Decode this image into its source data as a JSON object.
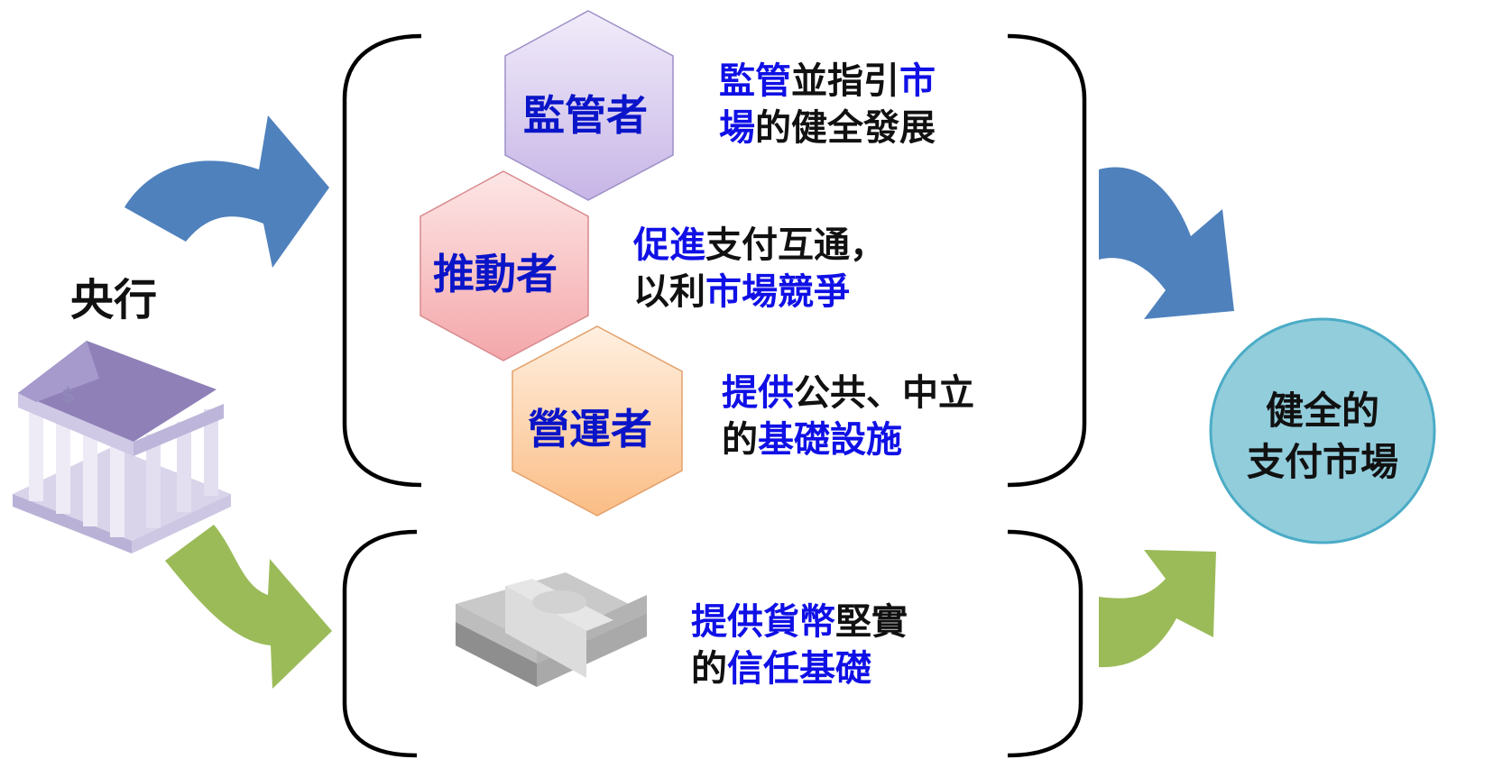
{
  "central_bank": {
    "label": "央行",
    "icon": "bank-building-icon"
  },
  "roles": [
    {
      "name": "監管者",
      "desc_line1": [
        {
          "t": "監管",
          "c": "blue"
        },
        {
          "t": "並指引",
          "c": "blk"
        },
        {
          "t": "市",
          "c": "blue"
        }
      ],
      "desc_line2": [
        {
          "t": "場",
          "c": "blue"
        },
        {
          "t": "的健全發展",
          "c": "blk"
        }
      ]
    },
    {
      "name": "推動者",
      "desc_line1": [
        {
          "t": "促進",
          "c": "blue"
        },
        {
          "t": "支付互通，",
          "c": "blk"
        }
      ],
      "desc_line2": [
        {
          "t": "以利",
          "c": "blk"
        },
        {
          "t": "市場競爭",
          "c": "blue"
        }
      ]
    },
    {
      "name": "營運者",
      "desc_line1": [
        {
          "t": "提供",
          "c": "blue"
        },
        {
          "t": "公共、中立",
          "c": "blk"
        }
      ],
      "desc_line2": [
        {
          "t": "的",
          "c": "blk"
        },
        {
          "t": "基礎設施",
          "c": "blue"
        }
      ]
    }
  ],
  "currency": {
    "icon": "money-stack-icon",
    "desc_line1": [
      {
        "t": "提供貨幣",
        "c": "blue"
      },
      {
        "t": "堅實",
        "c": "blk"
      }
    ],
    "desc_line2": [
      {
        "t": "的",
        "c": "blk"
      },
      {
        "t": "信任基礎",
        "c": "blue"
      }
    ]
  },
  "outcome": {
    "line1": "健全的",
    "line2": "支付市場"
  },
  "colors": {
    "blue_arrow": "#4f81bd",
    "green_arrow": "#9bbb59",
    "outcome_fill": "#92cddc",
    "outcome_stroke": "#4bacc6",
    "highlight_text": "#1010e6"
  }
}
